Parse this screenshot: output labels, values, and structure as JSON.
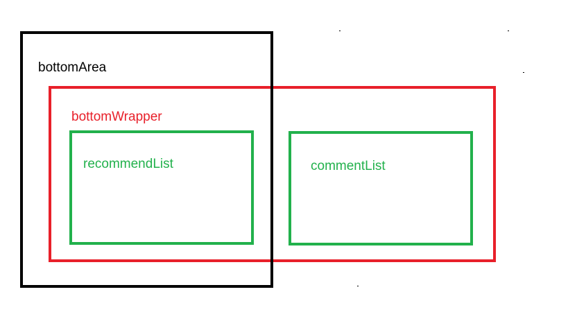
{
  "diagram": {
    "labels": {
      "bottom_area": "bottomArea",
      "bottom_wrapper": "bottomWrapper",
      "recommend_list": "recommendList",
      "comment_list": "commentList"
    },
    "colors": {
      "bottom_area": "#000000",
      "bottom_wrapper": "#e8202a",
      "list": "#22b14c"
    }
  }
}
